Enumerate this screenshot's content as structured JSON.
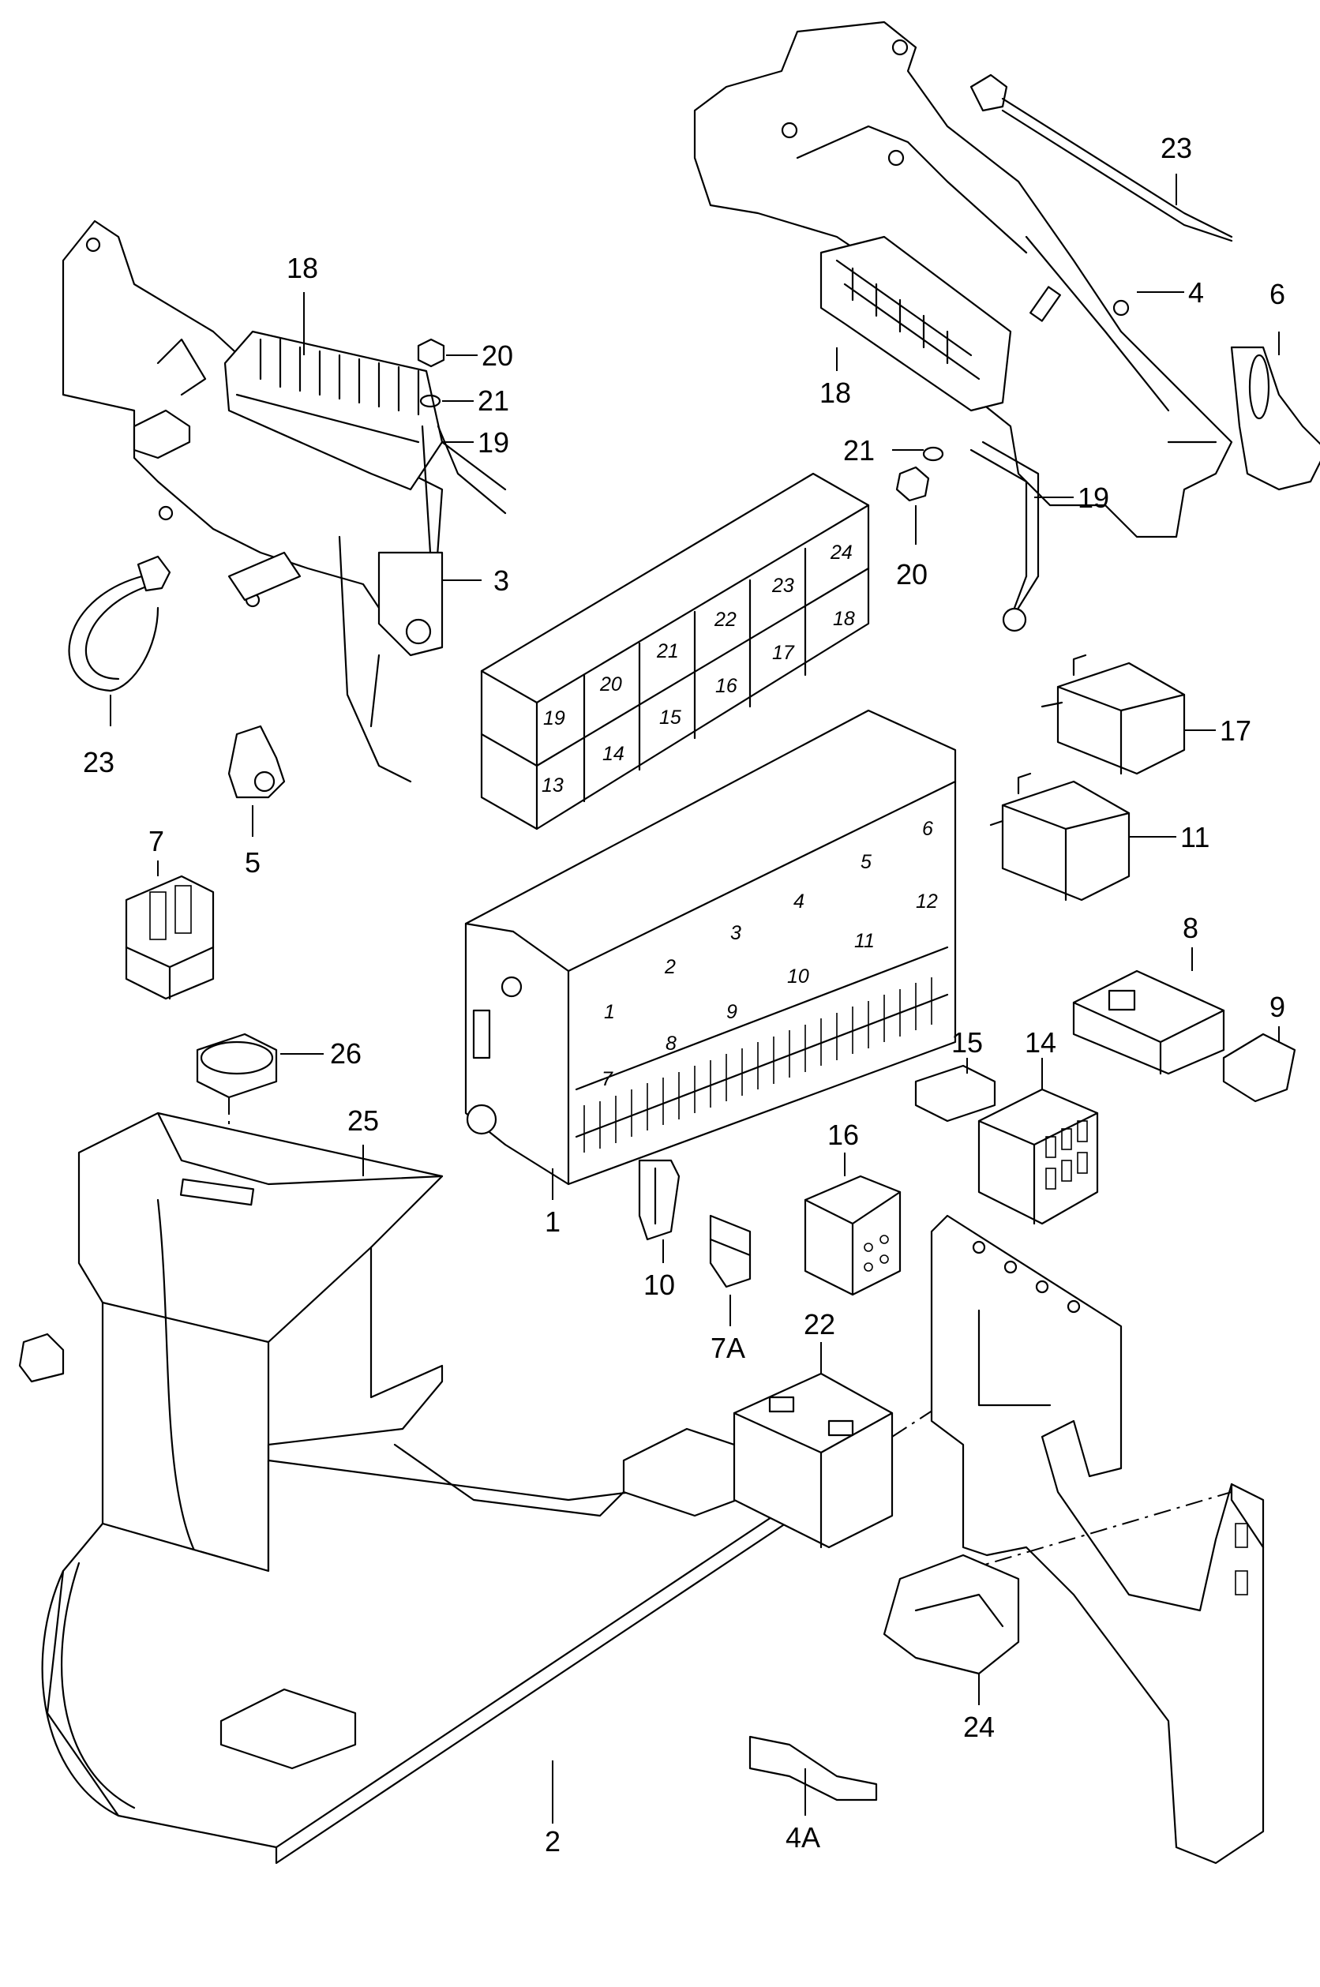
{
  "callouts": {
    "c1": "1",
    "c2": "2",
    "c3": "3",
    "c4": "4",
    "c4A": "4A",
    "c5": "5",
    "c6": "6",
    "c7": "7",
    "c7A": "7A",
    "c8": "8",
    "c9": "9",
    "c10": "10",
    "c11": "11",
    "c14": "14",
    "c15": "15",
    "c16": "16",
    "c17": "17",
    "c18a": "18",
    "c18b": "18",
    "c19a": "19",
    "c19b": "19",
    "c20a": "20",
    "c20b": "20",
    "c21a": "21",
    "c21b": "21",
    "c22": "22",
    "c23a": "23",
    "c23b": "23",
    "c24": "24",
    "c25": "25",
    "c26": "26"
  },
  "relay_slots": {
    "r1": "1",
    "r2": "2",
    "r3": "3",
    "r4": "4",
    "r5": "5",
    "r6": "6",
    "r7": "7",
    "r8": "8",
    "r9": "9",
    "r10": "10",
    "r11": "11",
    "r12": "12",
    "r13": "13",
    "r14": "14",
    "r15": "15",
    "r16": "16",
    "r17": "17",
    "r18": "18",
    "r19": "19",
    "r20": "20",
    "r21": "21",
    "r22": "22",
    "r23": "23",
    "r24": "24"
  }
}
